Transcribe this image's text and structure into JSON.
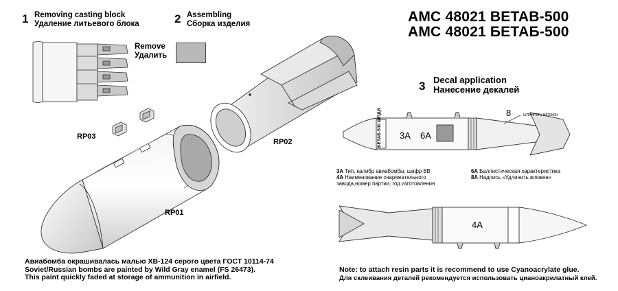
{
  "header": {
    "title_line1": "АМС 48021 BETAB-500",
    "title_line2": "АМС 48021 БЕТАБ-500"
  },
  "steps": [
    {
      "number": "1",
      "title_en": "Removing casting block",
      "title_ru": "Удаление литьевого блока"
    },
    {
      "number": "2",
      "title_en": "Assembling",
      "title_ru": "Сборка изделия"
    },
    {
      "number": "3",
      "title_en": "Decal application",
      "title_ru": "Нанесение декалей"
    }
  ],
  "remove_legend": {
    "label_en": "Remove",
    "label_ru": "Удалить",
    "swatch_color": "#b9b9b9"
  },
  "parts": {
    "rp01": "RP01",
    "rp02": "RP02",
    "rp03": "RP03"
  },
  "decals": {
    "top": {
      "label_3a": "3А",
      "label_6a": "6А",
      "label_8": "8",
      "stencil_text": "БЕТАБ-500 ШПДИ",
      "tail_text": "ШПАНГЕТЬ ВЛОЖЕН"
    },
    "bottom": {
      "label_4a": "4А"
    },
    "legend": [
      {
        "code": "3А",
        "text": "Тип, калибр авиабомбы, шифр ВВ"
      },
      {
        "code": "4А",
        "text": "Наименование снаряжательного завода,номер партии, год изготовления"
      },
      {
        "code": "6А",
        "text": "Баллистическая характеристика"
      },
      {
        "code": "8А",
        "text": "Надпись «Удлинить вложен»"
      }
    ]
  },
  "notes": {
    "paint_ru": "Авиабомба окрашивалась малью ХВ-124 серого цвета ГОСТ 10114-74",
    "paint_en_1": "Soviet/Russian bombs are painted by Wild Gray enamel (FS 26473).",
    "paint_en_2": "This paint quickly faded at storage of ammunition in airfield.",
    "glue_en": "Note: to attach resin parts it is recommend to use Cyanoacrylate glue.",
    "glue_ru": "Для склеивания деталей рекомендуется использовать цианоакрилатный клей."
  }
}
